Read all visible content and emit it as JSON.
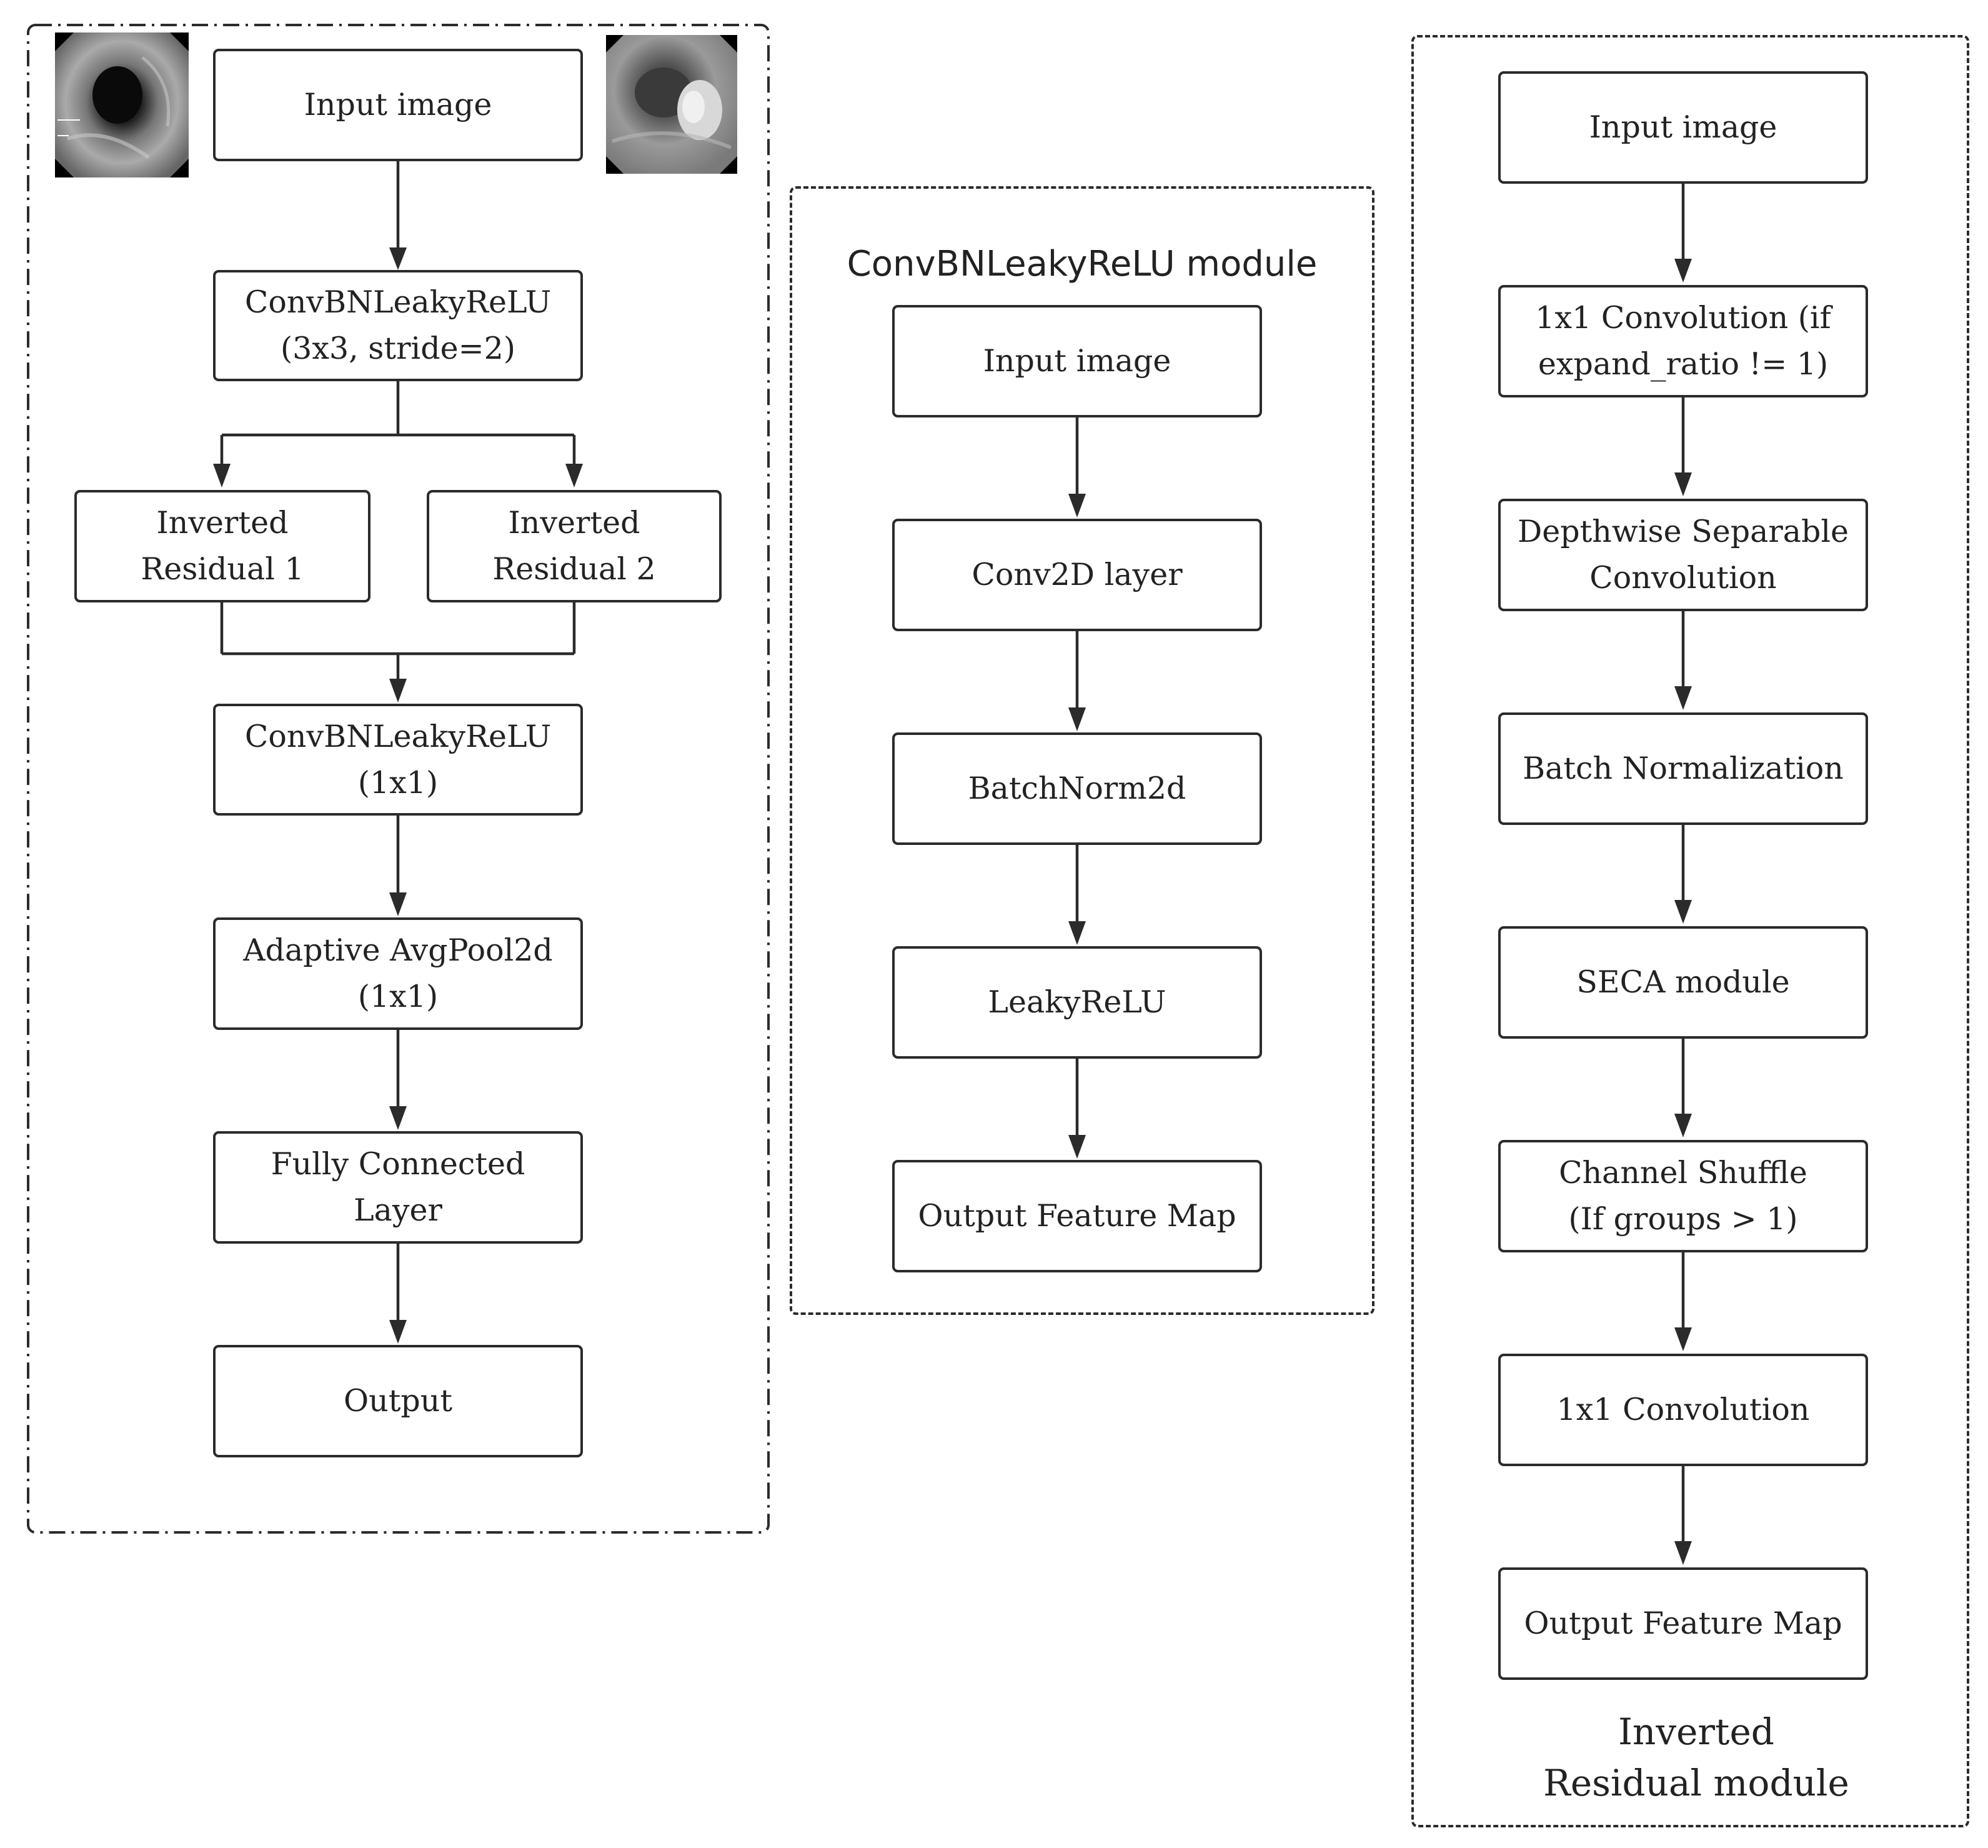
{
  "main_pipeline": {
    "input": "Input image",
    "conv1": "ConvBNLeakyReLU\n(3x3, stride=2)",
    "ir1": "Inverted\nResidual 1",
    "ir2": "Inverted\nResidual 2",
    "conv2": "ConvBNLeakyReLU\n(1x1)",
    "pool": "Adaptive AvgPool2d\n(1x1)",
    "fc": "Fully Connected\nLayer",
    "output": "Output"
  },
  "conv_module": {
    "title": "ConvBNLeakyReLU module",
    "steps": [
      "Input image",
      "Conv2D layer",
      "BatchNorm2d",
      "LeakyReLU",
      "Output Feature Map"
    ]
  },
  "ir_module": {
    "title": "Inverted\nResidual module",
    "steps": [
      "Input image",
      "1x1 Convolution (if\nexpand_ratio != 1)",
      "Depthwise Separable\nConvolution",
      "Batch Normalization",
      "SECA module",
      "Channel Shuffle\n(If groups > 1)",
      "1x1 Convolution",
      "Output Feature Map"
    ]
  },
  "colors": {
    "line": "#2b2b2b",
    "text": "#222222",
    "background": "#ffffff"
  }
}
